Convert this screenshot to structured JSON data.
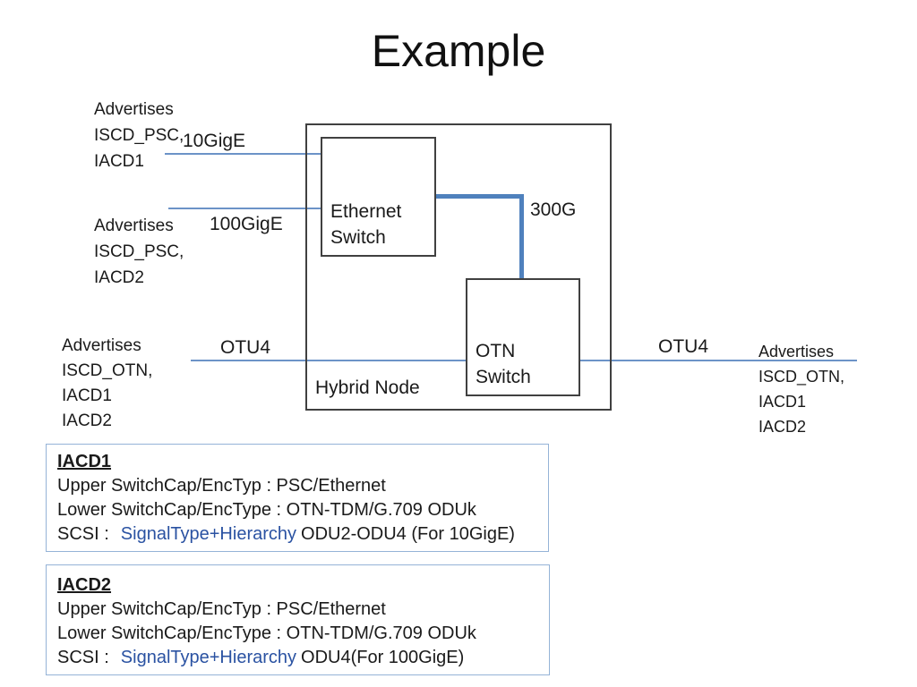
{
  "title": "Example",
  "diagram": {
    "hybrid_node_label": "Hybrid Node",
    "ethernet_switch_label": "Ethernet\nSwitch",
    "otn_switch_label": "OTN\nSwitch",
    "link_labels": {
      "gige10": "10GigE",
      "gige100": "100GigE",
      "otu4_left": "OTU4",
      "otu4_right": "OTU4",
      "g300": "300G"
    }
  },
  "advertise_blocks": [
    {
      "position": "top-left",
      "text": "Advertises\nISCD_PSC,\nIACD1"
    },
    {
      "position": "mid-left",
      "text": "Advertises\nISCD_PSC,\nIACD2"
    },
    {
      "position": "bottom-left",
      "text": "Advertises\nISCD_OTN,\nIACD1\nIACD2"
    },
    {
      "position": "right",
      "text": "Advertises\nISCD_OTN,\nIACD1\nIACD2"
    }
  ],
  "iacd_boxes": [
    {
      "heading": "IACD1",
      "upper_line": "Upper SwitchCap/EncTyp : PSC/Ethernet",
      "lower_line": "Lower SwitchCap/EncType : OTN-TDM/G.709 ODUk",
      "scsi_prefix": "SCSI :",
      "scsi_highlight": "SignalType+Hierarchy",
      "scsi_suffix": "ODU2-ODU4 (For 10GigE)"
    },
    {
      "heading": "IACD2",
      "upper_line": "Upper SwitchCap/EncTyp : PSC/Ethernet",
      "lower_line": "Lower SwitchCap/EncType : OTN-TDM/G.709 ODUk",
      "scsi_prefix": "SCSI :",
      "scsi_highlight": "SignalType+Hierarchy",
      "scsi_suffix": "ODU4(For 100GigE)"
    }
  ],
  "colors": {
    "thick_link_blue": "#4F81BD",
    "thin_link_blue": "#6C93C7",
    "iacd_border_blue": "#95B3D7",
    "scsi_highlight_blue": "#2A52A2",
    "node_border": "#404040",
    "text": "#1a1a1a",
    "background": "#ffffff"
  }
}
